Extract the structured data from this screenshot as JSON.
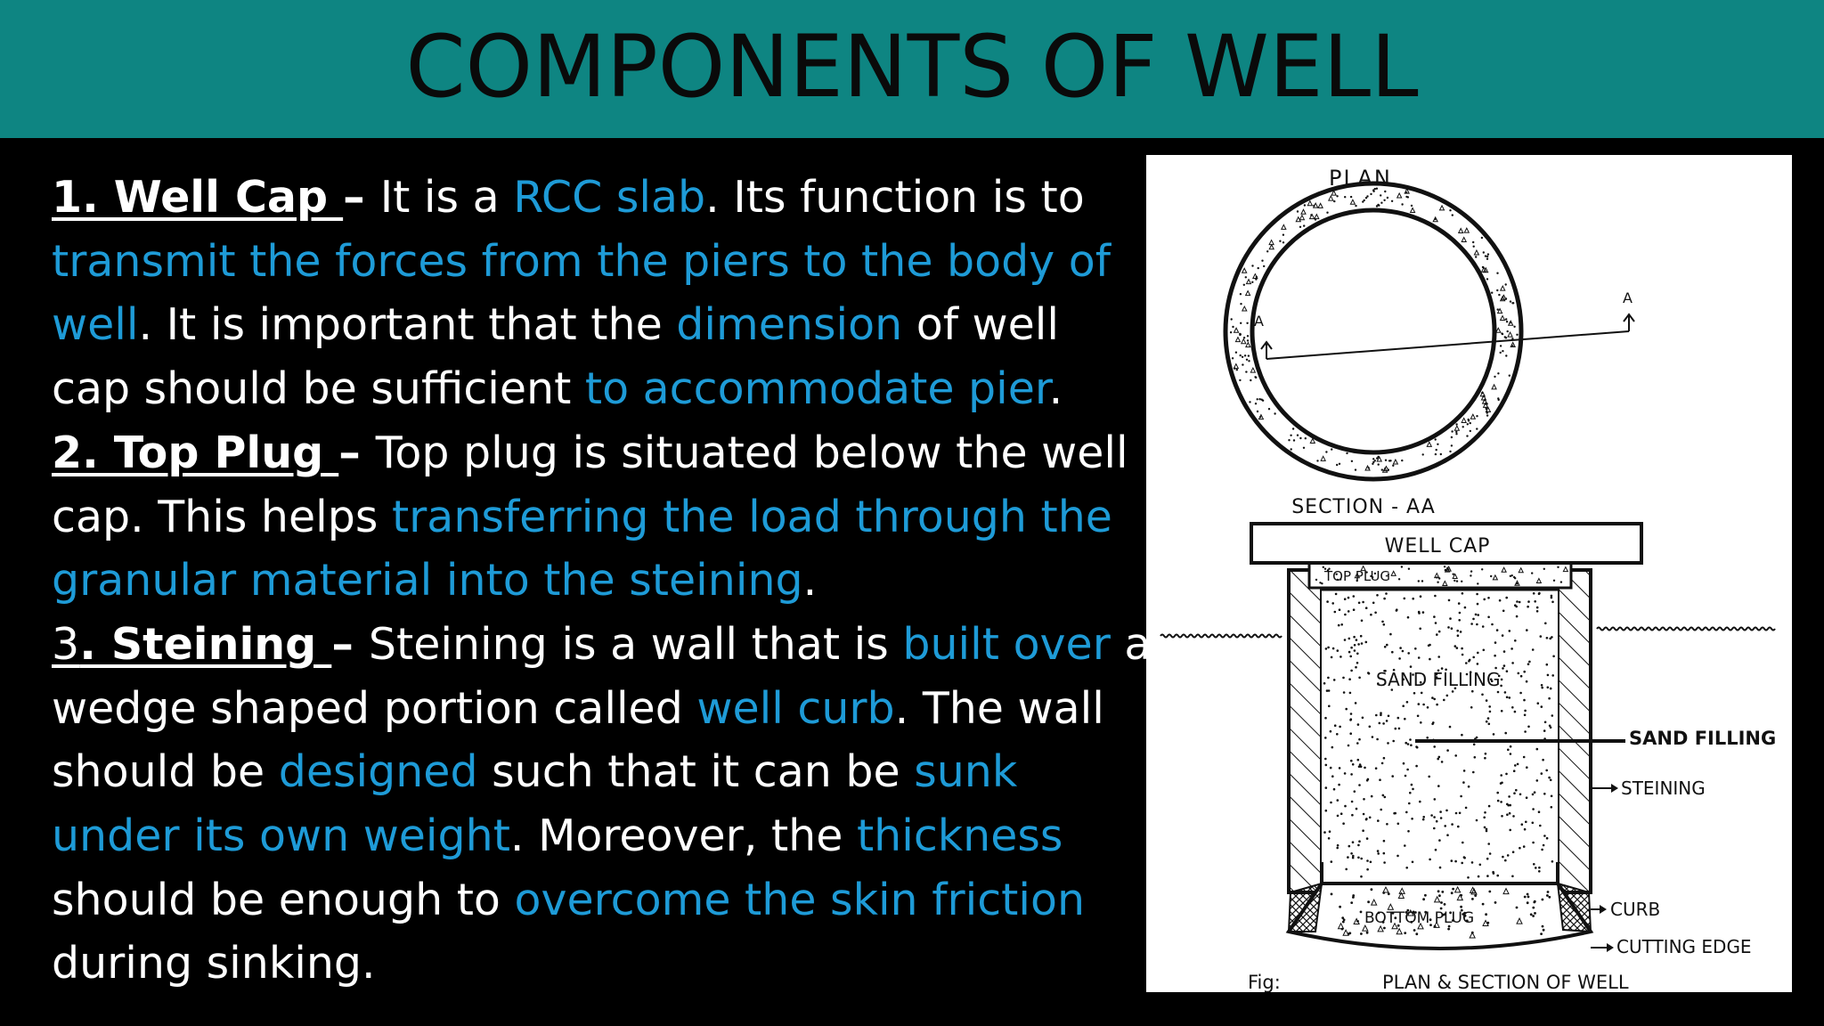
{
  "title": "COMPONENTS OF WELL",
  "paragraphs": [
    {
      "lines": [
        [
          {
            "t": "1. Well Cap ",
            "s": "head"
          },
          {
            "t": "– ",
            "s": "bold"
          },
          {
            "t": "It is a "
          },
          {
            "t": "RCC slab",
            "s": "hl"
          },
          {
            "t": ". Its function is to"
          }
        ],
        [
          {
            "t": "transmit the forces from the piers to the body of",
            "s": "hl"
          }
        ],
        [
          {
            "t": "well",
            "s": "hl"
          },
          {
            "t": ". It is important that the "
          },
          {
            "t": "dimension",
            "s": "hl"
          },
          {
            "t": " of well"
          }
        ],
        [
          {
            "t": "cap should be sufficient "
          },
          {
            "t": "to accommodate pier",
            "s": "hl"
          },
          {
            "t": "."
          }
        ]
      ]
    },
    {
      "lines": [
        [
          {
            "t": "2. Top Plug ",
            "s": "head"
          },
          {
            "t": "– ",
            "s": "bold"
          },
          {
            "t": "Top plug is situated below the well"
          }
        ],
        [
          {
            "t": "cap. This helps "
          },
          {
            "t": "transferring the load through the",
            "s": "hl"
          }
        ],
        [
          {
            "t": "granular material into the steining",
            "s": "hl"
          },
          {
            "t": "."
          }
        ]
      ]
    },
    {
      "lines": [
        [
          {
            "t": "3",
            "s": "under"
          },
          {
            "t": ". Steining ",
            "s": "head"
          },
          {
            "t": "– ",
            "s": "bold"
          },
          {
            "t": "Steining is a wall that is "
          },
          {
            "t": "built over",
            "s": "hl"
          },
          {
            "t": " a"
          }
        ],
        [
          {
            "t": "wedge shaped portion called "
          },
          {
            "t": "well curb",
            "s": "hl"
          },
          {
            "t": ". The wall"
          }
        ],
        [
          {
            "t": "should be "
          },
          {
            "t": "designed",
            "s": "hl"
          },
          {
            "t": " such that it can be "
          },
          {
            "t": "sunk",
            "s": "hl"
          }
        ],
        [
          {
            "t": "under its own weight",
            "s": "hl"
          },
          {
            "t": ". Moreover, the "
          },
          {
            "t": "thickness",
            "s": "hl"
          }
        ],
        [
          {
            "t": "should be enough to "
          },
          {
            "t": "overcome the skin friction",
            "s": "hl"
          }
        ],
        [
          {
            "t": "during sinking."
          }
        ]
      ]
    }
  ],
  "figure": {
    "plan_label": "PLAN",
    "section_marker_left": "A",
    "section_marker_right": "A",
    "section_label": "SECTION - AA",
    "well_cap_label": "WELL CAP",
    "top_plug_label": "TOP PLUG",
    "sand_filling_inner_label": "SAND FILLING",
    "sand_filling_label": "SAND FILLING",
    "steining_label": "STEINING",
    "curb_label": "CURB",
    "bottom_plug_label": "BOTTOM PLUG",
    "cutting_edge_label": "CUTTING EDGE",
    "fig_label": "Fig:",
    "caption": "PLAN & SECTION OF WELL"
  },
  "colors": {
    "title_bar": "#0e8582",
    "highlight": "#1e9bd7",
    "text": "#ffffff",
    "background": "#000000"
  }
}
